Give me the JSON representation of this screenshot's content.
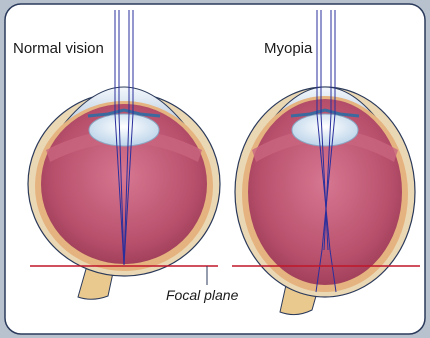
{
  "labels": {
    "normal": "Normal vision",
    "myopia": "Myopia",
    "focal_plane": "Focal plane"
  },
  "colors": {
    "frame_outer": "#b8c2cf",
    "frame_border": "#2b3a5b",
    "eye_interior": "#b34c68",
    "sclera": "#e9c98e",
    "light_ray": "#2a2f9c",
    "focal_line": "#c0162a",
    "lens": "#d9e8f3"
  }
}
